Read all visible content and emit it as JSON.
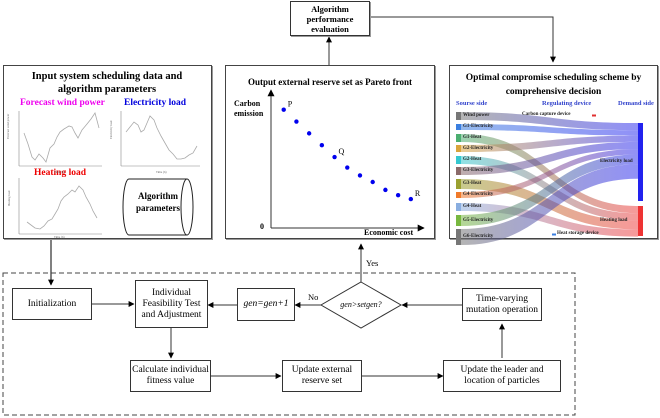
{
  "top_box": {
    "label": "Algorithm performance evaluation"
  },
  "panel_input": {
    "title": "Input system scheduling data and algorithm parameters",
    "charts": [
      {
        "name": "forecast-wind-power",
        "label": "Forecast wind power",
        "color": "#ee00ee"
      },
      {
        "name": "electricity-load",
        "label": "Electricity load",
        "color": "#0000dd"
      },
      {
        "name": "heating-load",
        "label": "Heating load",
        "color": "#ee0000"
      }
    ],
    "cylinder_label": "Algorithm parameters"
  },
  "panel_pareto": {
    "title": "Output external reserve set as Pareto front",
    "ylabel": "Carbon emission",
    "xlabel": "Economic cost",
    "origin_label": "0",
    "point_labels": {
      "P": "P",
      "Q": "Q",
      "R": "R"
    }
  },
  "panel_sankey": {
    "title": "Optimal compromise scheduling scheme by comprehensive decision",
    "headers": {
      "source": "Sourse side",
      "regulating": "Regulating device",
      "demand": "Demand side"
    },
    "sources": [
      {
        "label": "Wind power",
        "color": "#777777"
      },
      {
        "label": "G1-Electricity",
        "color": "#3b7fe0"
      },
      {
        "label": "G1-Heat",
        "color": "#4caf70"
      },
      {
        "label": "G2-Electricity",
        "color": "#d9a43c"
      },
      {
        "label": "G2-Heat",
        "color": "#35c8d0"
      },
      {
        "label": "G3-Electricity",
        "color": "#8a6a6a"
      },
      {
        "label": "G3-Heat",
        "color": "#9aa030"
      },
      {
        "label": "G4-Electricity",
        "color": "#f07a2a"
      },
      {
        "label": "G4-Heat",
        "color": "#8aaee0"
      },
      {
        "label": "G5-Electricity",
        "color": "#78b840"
      },
      {
        "label": "G6-Electricity",
        "color": "#777777"
      }
    ],
    "regulating": [
      {
        "label": "Carbon capture device",
        "color": "#e03030"
      },
      {
        "label": "Heat storage device",
        "color": "#3b7fe0"
      }
    ],
    "demands": [
      {
        "label": "Electricity load",
        "color": "#2222ee"
      },
      {
        "label": "Heating load",
        "color": "#ee3333"
      }
    ]
  },
  "flow": {
    "initialization": "Initialization",
    "feasibility": "Individual Feasibility Test and Adjustment",
    "gen_increment": "gen=gen+1",
    "decision": "gen>setgen?",
    "mutation": "Time-varying mutation operation",
    "fitness": "Calculate individual fitness value",
    "update_reserve": "Update external reserve set",
    "update_leader": "Update the leader and location of particles",
    "yes_label": "Yes",
    "no_label": "No"
  },
  "chart_data": {
    "type": "scatter",
    "title": "Output external reserve set as Pareto front",
    "xlabel": "Economic cost",
    "ylabel": "Carbon emission",
    "x": [
      1,
      2,
      3,
      4,
      5,
      6,
      7,
      8,
      9,
      10,
      11
    ],
    "y": [
      9.0,
      8.1,
      7.2,
      6.3,
      5.4,
      4.6,
      4.0,
      3.5,
      2.9,
      2.5,
      2.2
    ],
    "annotations": [
      {
        "index": 0,
        "text": "P"
      },
      {
        "index": 4,
        "text": "Q"
      },
      {
        "index": 10,
        "text": "R"
      }
    ],
    "grid": false
  }
}
